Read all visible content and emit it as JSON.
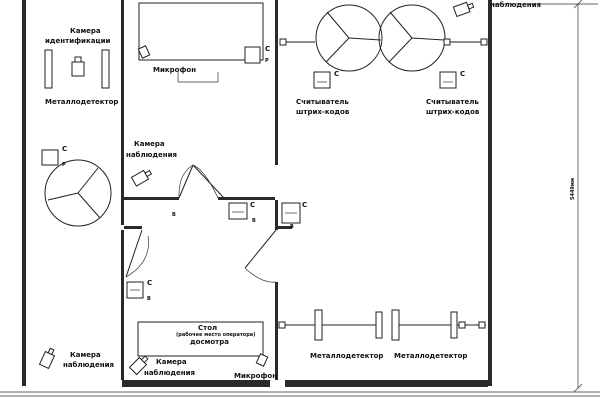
{
  "plan": {
    "dimension": "5449мм",
    "labels": {
      "cam_top_right": "наблюдения",
      "cam_ident_1": "Камера",
      "cam_ident_2": "идентификации",
      "microphone_top": "Микрофон",
      "metal_detector_left": "Металлодетектор",
      "cam_mid_1": "Камера",
      "cam_mid_2": "наблюдения",
      "barcode_1a": "Считыватель",
      "barcode_1b": "штрих-кодов",
      "barcode_2a": "Считыватель",
      "barcode_2b": "штрих-кодов",
      "table_1": "Стол",
      "table_2": "досмотра",
      "table_sub": "(рабочее место оператора)",
      "cam_bl_1": "Камера",
      "cam_bl_2": "наблюдения",
      "cam_bc_1": "Камера",
      "cam_bc_2": "наблюдения",
      "microphone_bottom": "Микрофон",
      "metal_detector_1": "Металлодетектор",
      "metal_detector_2": "Металлодетектор"
    },
    "markers": {
      "c1": "С",
      "p1": "Р",
      "c2": "С",
      "p2": "Р",
      "c3": "С",
      "c4": "С",
      "c5": "С",
      "b5": "В",
      "c6": "С",
      "b6": "В",
      "c7": "С",
      "b7": "В",
      "b8": "В"
    }
  }
}
